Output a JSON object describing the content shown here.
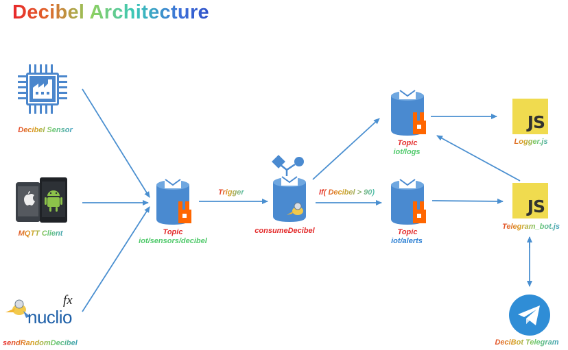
{
  "title": "Decibel Architecture",
  "nodes": {
    "decibel_sensor": {
      "label": "Decibel Sensor"
    },
    "mqtt_client": {
      "label": "MQTT Client"
    },
    "send_random": {
      "label": "sendRandomDecibel",
      "brand": "nuclio",
      "fx": "fx"
    },
    "topic_sensors": {
      "label1": "Topic",
      "label2": "iot/sensors/decibel"
    },
    "consume": {
      "label": "consumeDecibel"
    },
    "topic_logs": {
      "label1": "Topic",
      "label2": "iot/logs"
    },
    "topic_alerts": {
      "label1": "Topic",
      "label2": "iot/alerts"
    },
    "logger": {
      "label": "Logger.js",
      "badge": "JS"
    },
    "telegram_bot": {
      "label": "Telegram_bot.js",
      "badge": "JS"
    },
    "decibot": {
      "label": "DeciBot Telegram"
    }
  },
  "edges": {
    "trigger": "Trigger",
    "condition": "If( Decibel > 90)"
  },
  "colors": {
    "arrow": "#4a8fd0",
    "bucket": "#4a8ad0",
    "rabbit": "#ff6600",
    "js_yellow": "#f0db4f",
    "telegram": "#2f8dd6"
  }
}
